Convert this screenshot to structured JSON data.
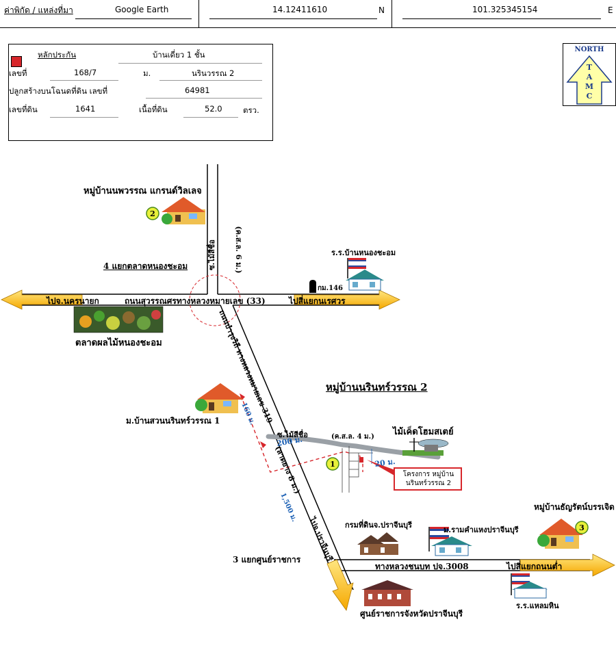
{
  "header": {
    "source_label": "ค่าพิกัด / แหล่งที่มา",
    "source_value": "Google Earth",
    "lat_value": "14.12411610",
    "lat_unit": "N",
    "lon_value": "101.325345154",
    "lon_unit": "E"
  },
  "info": {
    "collateral_label": "หลักประกัน",
    "property_type": "บ้านเดี่ยว 1 ชั้น",
    "number_label": "เลขที่",
    "number_value": "168/7",
    "village_label": "ม.",
    "village_value": "นรินวรรณ 2",
    "deed_label": "ปลูกสร้างบนโฉนดที่ดิน เลขที่",
    "deed_value": "64981",
    "land_no_label": "เลขที่ดิน",
    "land_no_value": "1641",
    "area_label": "เนื้อที่ดิน",
    "area_value": "52.0",
    "area_unit": "ตรว.",
    "marker_color": "#d7262b"
  },
  "north": {
    "top": "NORTH",
    "letters": [
      "T",
      "A",
      "M",
      "C"
    ]
  },
  "map": {
    "title": "หมู่บ้านนรินทร์วรรณ 2",
    "place_noppawan": "หมู่บ้านนพวรรณ แกรนด์วิลเลจ",
    "num_2": "2",
    "road_mai_si_chue_v": "ซ.ไม้สีชื่อ",
    "road_width_6": "(ค.ส.ล. 6 ม.)",
    "junction_nong_cha_om": "4 แยกตลาดหนองชะอม",
    "school_nong_cha_om": "ร.ร.บ้านหนองชะอม",
    "km_146": "กม.146",
    "to_nakhon_nayok": "ไปจ.นครนายก",
    "road_suwannasorn": "ถนนสุวรรณศรทางหลวงหมายเลข (33)",
    "to_naresuan": "ไปสี่แยกนเรศวร",
    "market": "ตลาดผลไม้หนองชะอม",
    "highway_319": "ถนนบำรุงวิถี ทางหลวงหมายเลข 319",
    "highway_319_width": "(ลาดยาง 8 ม.)",
    "village_suan_narin": "ม.บ้านสวนนรินทร์วรรณ 1",
    "dist_160": "160 ม.",
    "road_mai_si_chue_h": "ซ.ไม้สีชื่อ",
    "road_width_4": "(ค.ส.ล. 4 ม.)",
    "homestay": "ไม้เค็ดโฮมสเตย์",
    "dist_200": "200 ม.",
    "dist_20": "20 ม.",
    "num_1": "1",
    "project_label": "โครงการ หมู่บ้าน นรินทร์วรรณ 2",
    "dist_1500": "1,500 ม.",
    "land_office": "กรมที่ดินจ.ปราจีนบุรี",
    "rajamangala": "ม.รามคำแหงปราจีนบุรี",
    "village_thanyarat": "หมู่บ้านธัญรัตน์บรรเจิด",
    "num_3": "3",
    "junction_government": "3 แยกศูนย์ราชการ",
    "rural_road": "ทางหลวงชนบท ปจ.3008",
    "to_thanon_tam": "ไปสี่แยกถนนต่ำ",
    "to_prachinburi": "ไปจ.ปราจีนบุรี",
    "school_laem_hin": "ร.ร.แหลมหิน",
    "government_center": "ศูนย์ราชการจังหวัดปราจีนบุรี",
    "arrow_color": "#f5b400",
    "route_color": "#d7262b",
    "dist_color": "#1a5fb4"
  }
}
